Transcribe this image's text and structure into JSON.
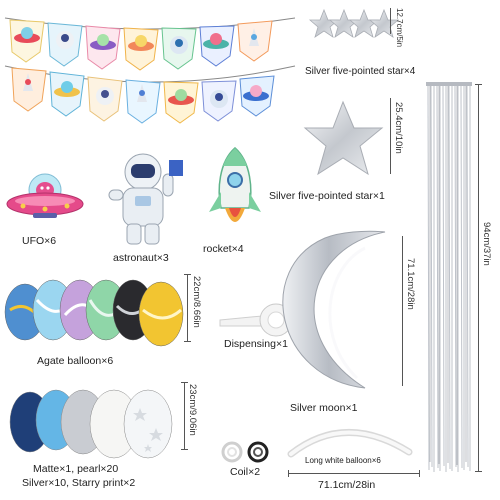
{
  "labels": {
    "star4": "Silver five-pointed star×4",
    "star1": "Silver five-pointed star×1",
    "ufo": "UFO×6",
    "astronaut": "astronaut×3",
    "rocket": "rocket×4",
    "agate": "Agate balloon×6",
    "dispensing": "Dispensing×1",
    "moon": "Silver moon×1",
    "matte_line1": "Matte×1, pearl×20",
    "matte_line2": "Silver×10, Starry print×2",
    "coil": "Coil×2",
    "long_white": "Long white balloon×6"
  },
  "dimensions": {
    "star4_size": "12.7cm/5in",
    "star1_size": "25.4cm/10in",
    "curtain_size": "94cm/37in",
    "moon_size": "71.1cm/28in",
    "agate_size": "22cm/8.66in",
    "matte_size": "23cm/9.06in",
    "long_size": "71.1cm/28in"
  },
  "colors": {
    "silver": "#c9ccd2",
    "silver_dark": "#9ea3ab",
    "navy": "#1f3f78",
    "sky": "#64b6e6",
    "agate_yellow": "#f2c531"
  }
}
